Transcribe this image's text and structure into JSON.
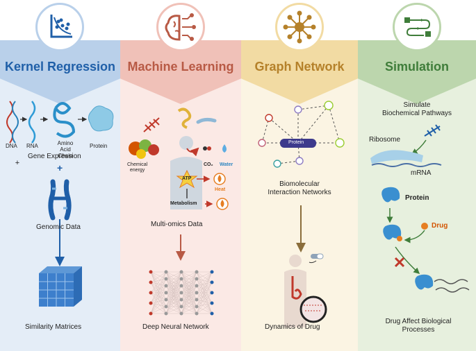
{
  "panels": [
    {
      "title": "Kernel Regression",
      "color": "#1f5fa8",
      "bg": "#dbe7f4",
      "icon": "scatter-plot-icon"
    },
    {
      "title": "Machine Learning",
      "color": "#b85a45",
      "bg": "#f6dcd6",
      "icon": "brain-circuit-icon"
    },
    {
      "title": "Graph Network",
      "color": "#b5812a",
      "bg": "#f7ebce",
      "icon": "network-hub-icon"
    },
    {
      "title": "Simulation",
      "color": "#3f7d3a",
      "bg": "#dde9d4",
      "icon": "workflow-icon"
    }
  ],
  "kernel": {
    "dna": "DNA",
    "rna": "RNA",
    "amino_acid_chain": "Amino Acid\nChain",
    "protein": "Protein",
    "gene_expression": "Gene Expression",
    "plus": "+",
    "genomic_data": "Genomic Data",
    "similarity_matrices": "Similarity Matrices"
  },
  "ml": {
    "chemical_energy": "Chemical\nenergy",
    "co2": "CO₂",
    "water": "Water",
    "atp": "ATP",
    "heat": "Heat",
    "metabolism": "Metabolism",
    "multi_omics": "Multi-omics Data",
    "dnn": "Deep Neural Network"
  },
  "graph": {
    "protein": "Protein",
    "interaction_networks": "Biomolecular\nInteraction Networks",
    "dynamics": "Dynamics of Drug"
  },
  "sim": {
    "simulate": "Simulate\nBiochemical Pathways",
    "ribosome": "Ribosome",
    "mrna": "mRNA",
    "protein": "Protein",
    "drug": "Drug",
    "affect": "Drug Affect  Biological\nProcesses"
  }
}
